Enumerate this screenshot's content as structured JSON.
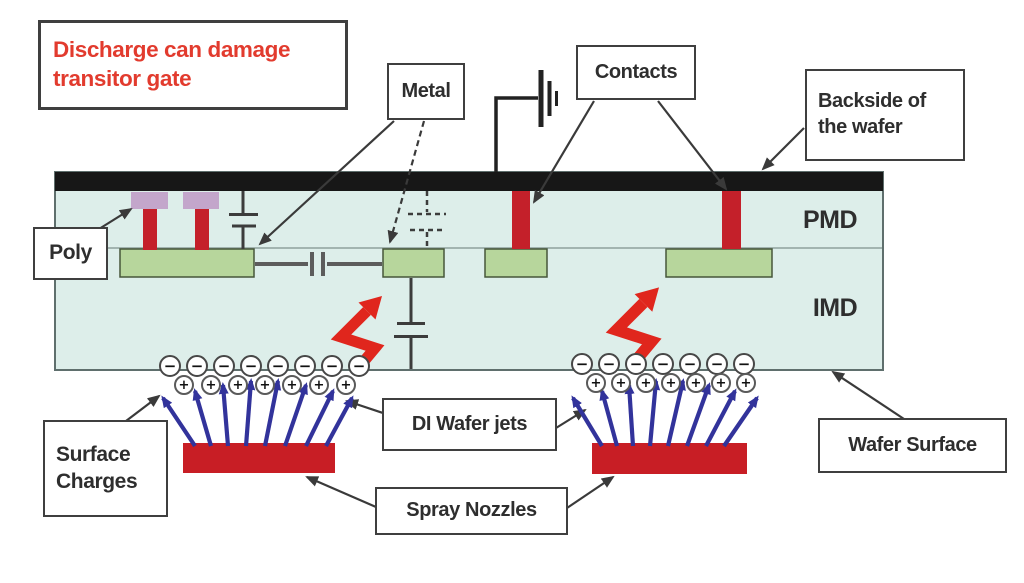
{
  "warning": {
    "line1": "Discharge can damage",
    "line2": "transitor gate"
  },
  "labels": {
    "metal": "Metal",
    "contacts": "Contacts",
    "backside_line1": "Backside of",
    "backside_line2": "the wafer",
    "poly": "Poly",
    "surface_charges_line1": "Surface",
    "surface_charges_line2": "Charges",
    "di_wafer_jets": "DI Wafer jets",
    "spray_nozzles": "Spray Nozzles",
    "wafer_surface": "Wafer Surface"
  },
  "layers": {
    "pmd": "PMD",
    "imd": "IMD"
  },
  "charges": {
    "negative_symbol": "−",
    "positive_symbol": "+",
    "groups": [
      {
        "negative": 8,
        "positive": 7
      },
      {
        "negative": 7,
        "positive": 7
      }
    ]
  },
  "jets_per_nozzle": 8,
  "colors": {
    "wafer_fill": "#ddeeea",
    "pad_green": "#b7d69c",
    "poly_purple": "#c3a6cb",
    "via_red": "#c4202a",
    "nozzle_red": "#c81e25",
    "bolt_red": "#e0261d",
    "jet_blue": "#32339b",
    "warning_red": "#e23b2e",
    "line_dark": "#3a3a3a",
    "backside_black": "#171717"
  }
}
